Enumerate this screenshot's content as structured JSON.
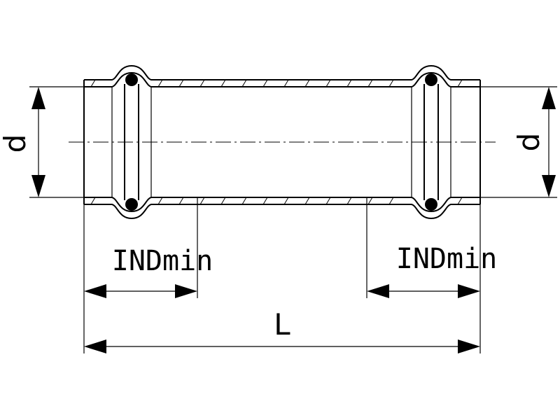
{
  "labels": {
    "diameter_left": "d",
    "diameter_right": "d",
    "insertion_depth_left": "INDmin",
    "insertion_depth_right": "INDmin",
    "overall_length": "L"
  }
}
